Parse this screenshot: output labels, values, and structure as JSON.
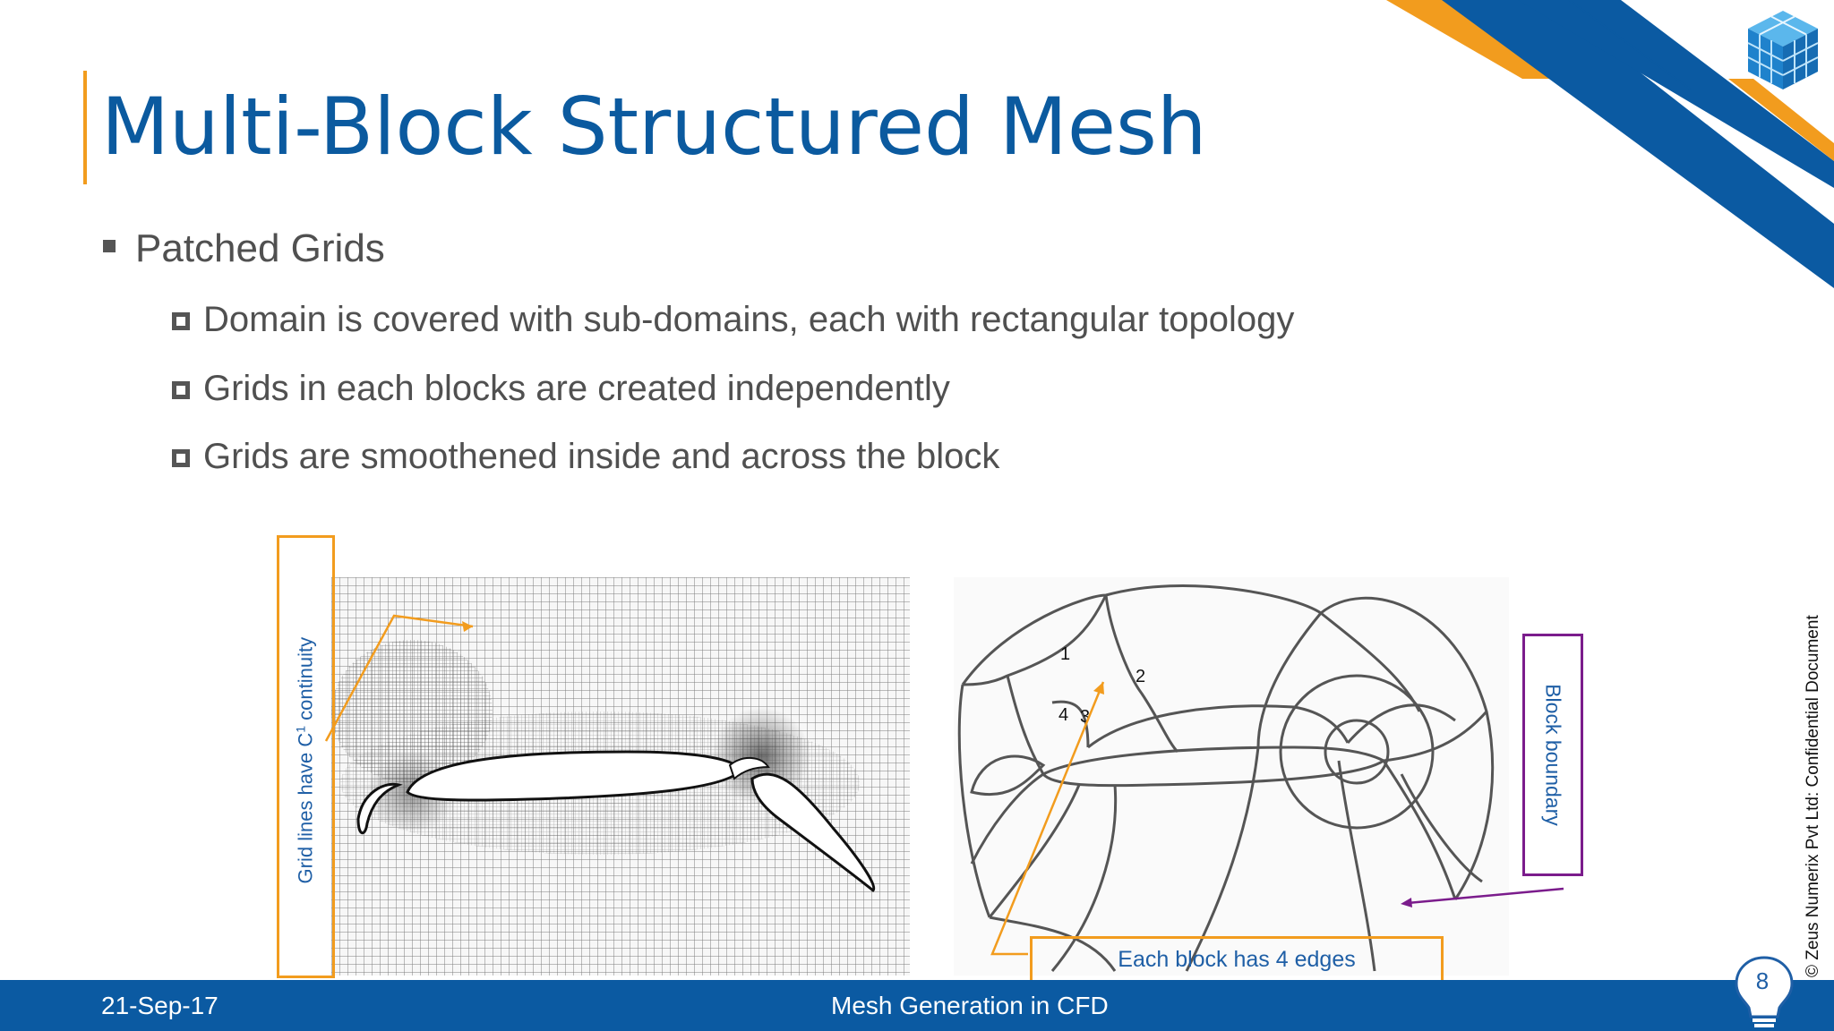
{
  "slide": {
    "title": "Multi-Block Structured Mesh",
    "colors": {
      "accent_orange": "#F29C1E",
      "primary_blue": "#0B5AA2",
      "title_blue": "#0B5A9F",
      "footer_blue": "#0B5AA2",
      "purple": "#7B1C8C"
    },
    "bullets": {
      "level1": "Patched Grids",
      "level2": [
        "Domain is covered with sub-domains, each with rectangular topology",
        "Grids in each blocks are created independently",
        "Grids are smoothened inside and across the block"
      ]
    },
    "left_figure": {
      "annotation": "Grid lines have C",
      "superscript": "1",
      "annotation_tail": " continuity"
    },
    "right_figure": {
      "edge_numbers": [
        "1",
        "2",
        "4",
        "3"
      ],
      "block_boundary_label": "Block boundary",
      "edges_label": "Each block has 4 edges"
    },
    "copyright": "© Zeus Numerix Pvt Ltd: Confidential Document",
    "footer": {
      "date": "21-Sep-17",
      "center_text": "Mesh Generation in CFD",
      "page_number": "8"
    },
    "icons": [
      "cube-logo-icon",
      "lightbulb-icon"
    ]
  }
}
